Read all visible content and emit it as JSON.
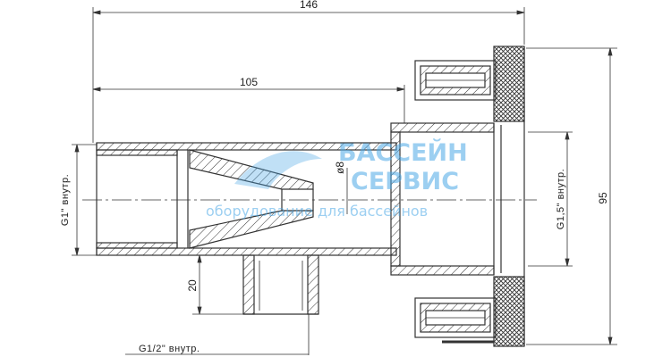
{
  "dimensions": {
    "overall_length": "146",
    "inner_length": "105",
    "height": "95",
    "branch_height": "20",
    "nozzle_diameter": "ø8"
  },
  "threads": {
    "inlet": "G1\" внутр.",
    "outlet": "G1,5\" внутр.",
    "branch": "G1/2\" внутр."
  },
  "watermark": {
    "line1": "БАССЕЙН",
    "line2": "СЕРВИС",
    "tagline": "оборудование для бассейнов"
  },
  "colors": {
    "line": "#333333",
    "watermark": "#4aa7e6"
  }
}
